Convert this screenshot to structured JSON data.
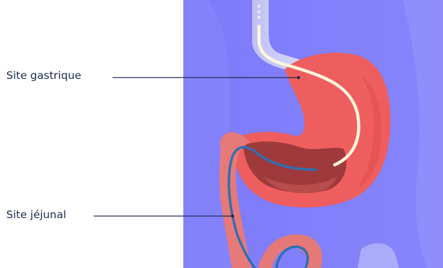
{
  "labels": {
    "gastric": "Site gastrique",
    "jejunal": "Site jéjunal"
  },
  "colors": {
    "background": "#ffffff",
    "panel": "#7f7dfb",
    "stomach": "#ee5e5e",
    "stomach_inner": "#9e3a3c",
    "intestine": "#e67a79",
    "tube_white": "#fff6dc",
    "tube_blue": "#2f6fb0",
    "leader_line": "#1d2a4f"
  },
  "icons": [
    "stomach-illustration",
    "feeding-tube"
  ]
}
